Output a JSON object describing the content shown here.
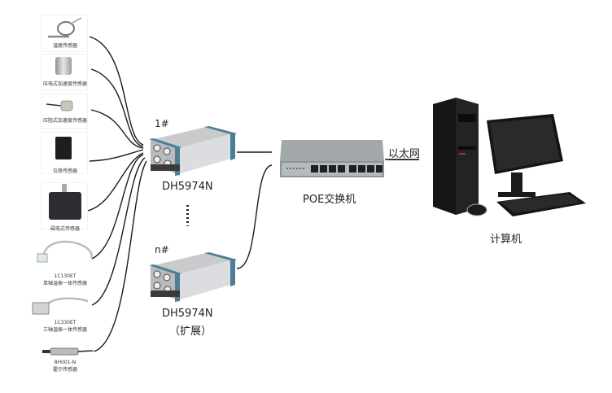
{
  "title": "DH5974N sensor network topology",
  "sensors": [
    {
      "id": "temperature",
      "label": "温度传感器",
      "model": ""
    },
    {
      "id": "piezo-electric-accel",
      "label": "压电式加速度传感器",
      "model": ""
    },
    {
      "id": "piezo-resistive-accel",
      "label": "压阻式加速度传感器",
      "model": ""
    },
    {
      "id": "displacement",
      "label": "位移传感器",
      "model": ""
    },
    {
      "id": "magnetoelectric",
      "label": "磁电式传感器",
      "model": ""
    },
    {
      "id": "single-axis-temp-vib",
      "label": "单轴温振一体传感器",
      "model": "1C130ET"
    },
    {
      "id": "triaxial-temp-vib",
      "label": "三轴温振一体传感器",
      "model": "1C330ET"
    },
    {
      "id": "hall",
      "label": "霍尔传感器",
      "model": "8H001-N"
    }
  ],
  "collectors": [
    {
      "index_label": "1#",
      "name": "DH5974N",
      "note": ""
    },
    {
      "index_label": "n#",
      "name": "DH5974N",
      "note": "（扩展）"
    }
  ],
  "ellipsis": "⋮",
  "switch": {
    "label": "POE交换机",
    "ports": 8
  },
  "link": {
    "label": "以太网"
  },
  "computer": {
    "label": "计算机"
  },
  "colors": {
    "wire": "#1a1a1a",
    "collector_body": "#d9dadc",
    "collector_cap": "#4a7f95",
    "switch_body": "#8d9397",
    "pc_body": "#161616",
    "pc_accent": "#c0282a"
  }
}
